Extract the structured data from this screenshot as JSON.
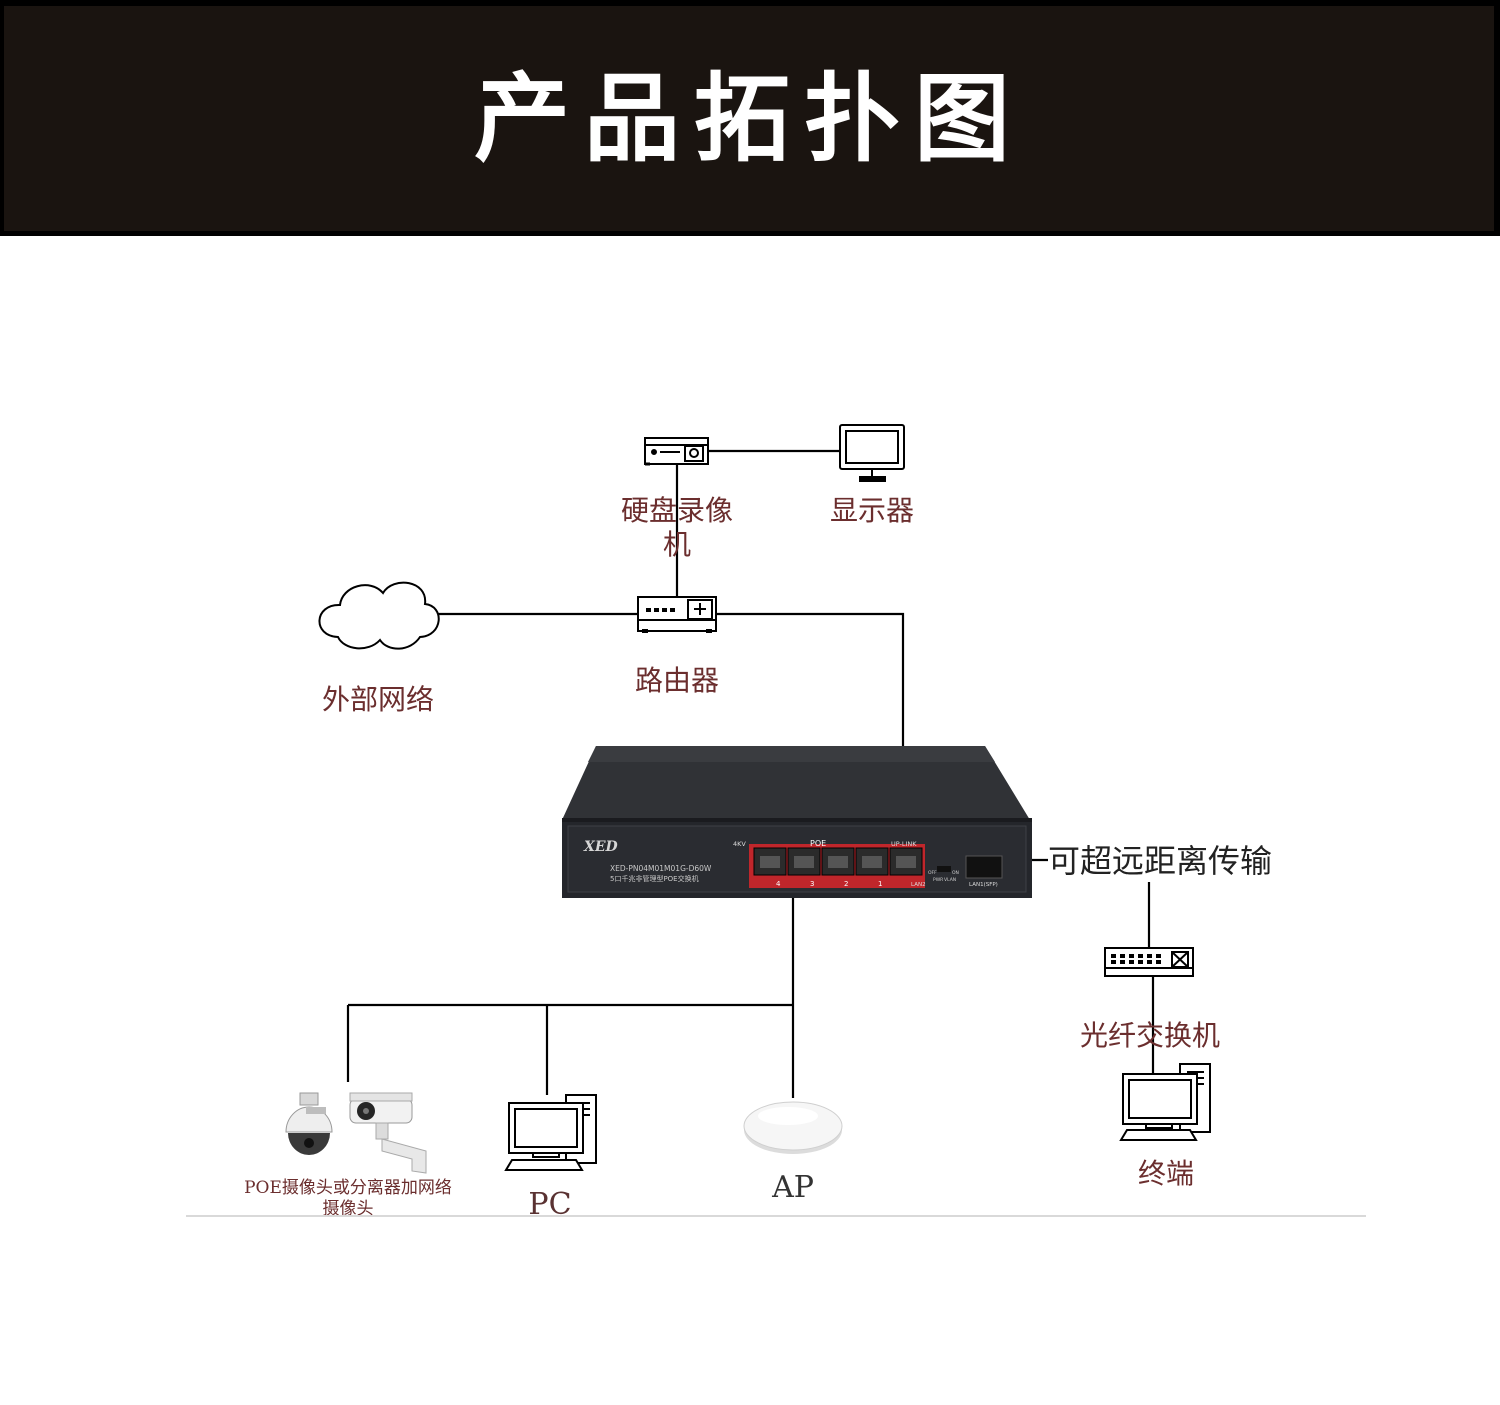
{
  "header": {
    "title": "产品拓扑图"
  },
  "colors": {
    "header_bg": "#1a1410",
    "label": "#6b2e2e",
    "line": "#000000",
    "poe_panel": "#c0262b"
  },
  "diagram": {
    "nodes": {
      "nvr": {
        "label": "硬盘录像机"
      },
      "monitor": {
        "label": "显示器"
      },
      "cloud": {
        "label": "外部网络"
      },
      "router": {
        "label": "路由器"
      },
      "switch": {
        "brand": "XED",
        "model": "XED-PN04M01M01G-D60W",
        "desc": "5口千兆非管理型POE交换机",
        "poe_label": "POE",
        "surge_label": "4KV",
        "uplink_label": "UP-LINK",
        "port_numbers": [
          "4",
          "3",
          "2",
          "1"
        ],
        "lan2_label": "LAN2",
        "sfp_label": "LAN1(SFP)",
        "switch_off": "OFF",
        "switch_on": "ON",
        "mode_pwr": "PWR",
        "mode_vlan": "VLAN"
      },
      "long_distance": {
        "label": "可超远距离传输"
      },
      "fiber_switch": {
        "label": "光纤交换机"
      },
      "terminal": {
        "label": "终端"
      },
      "camera": {
        "label": "POE摄像头或分离器加网络摄像头"
      },
      "pc": {
        "label": "PC"
      },
      "ap": {
        "label": "AP"
      }
    }
  }
}
